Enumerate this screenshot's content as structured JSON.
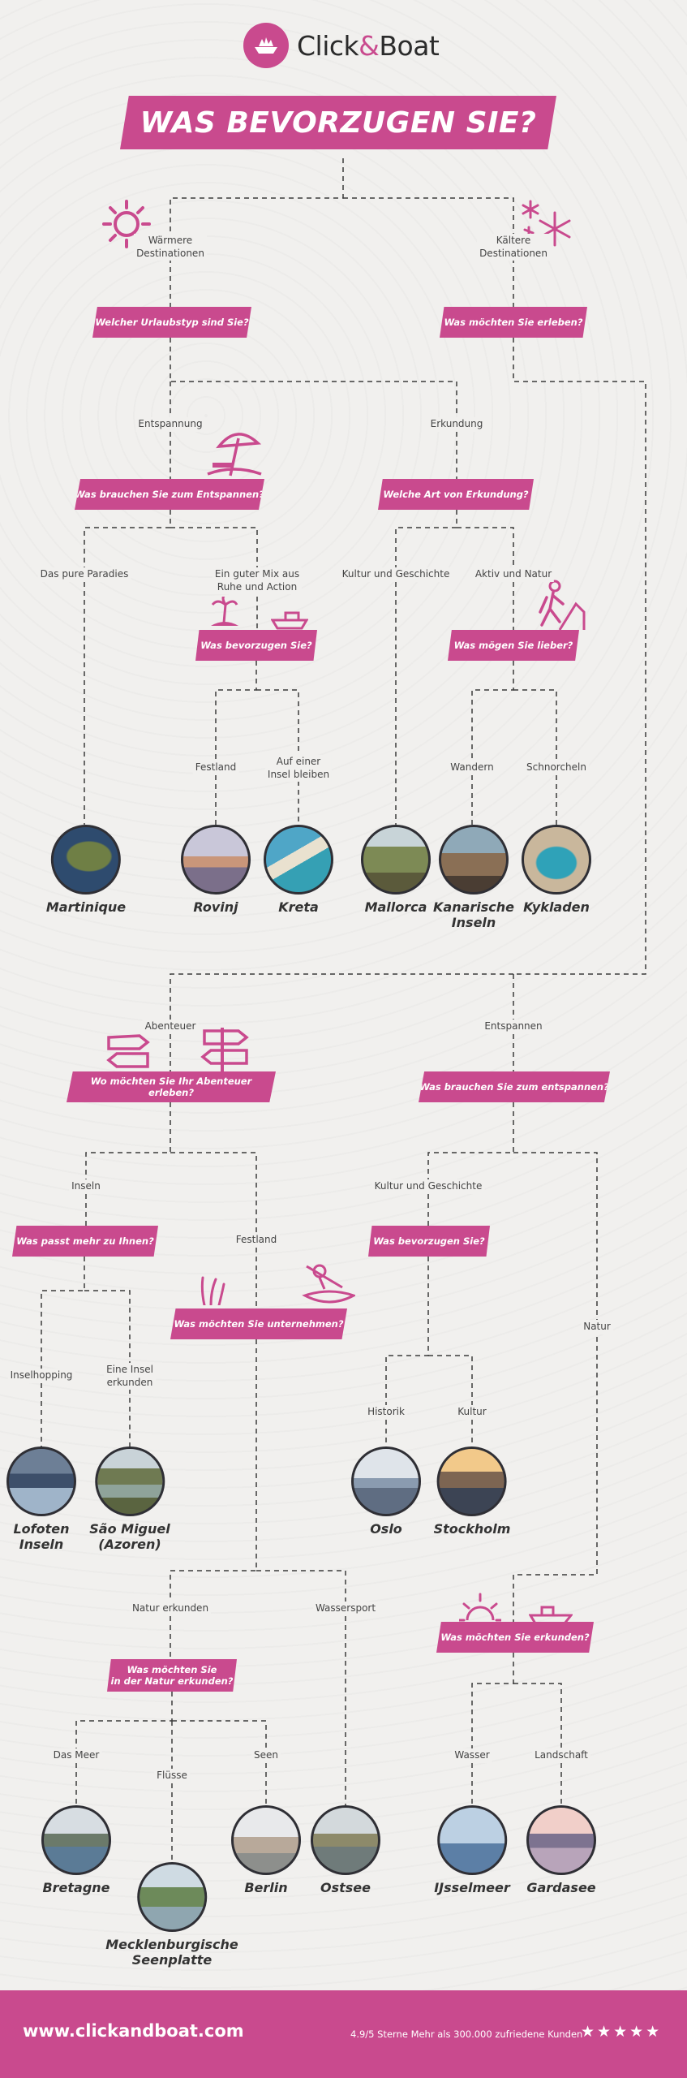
{
  "brand": {
    "name_left": "Click",
    "name_amp": "&",
    "name_right": "Boat",
    "color": "#c94a8e"
  },
  "title": "WAS BEVORZUGEN SIE?",
  "branches": {
    "warm": "Wärmere\nDestinationen",
    "cold": "Kältere\nDestinationen"
  },
  "questions": {
    "q_urlaubstyp": "Welcher Urlaubstyp sind Sie?",
    "q_erleben": "Was möchten Sie erleben?",
    "q_entspannen_warm": "Was brauchen Sie zum Entspannen?",
    "q_erkundung": "Welche Art von Erkundung?",
    "q_bevorzugen_warm": "Was bevorzugen Sie?",
    "q_moegen": "Was mögen Sie lieber?",
    "q_abenteuer": "Wo möchten Sie Ihr Abenteuer erleben?",
    "q_entspannen_cold": "Was brauchen Sie zum entspannen?",
    "q_passt": "Was passt mehr zu Ihnen?",
    "q_bevorzugen_cold": "Was bevorzugen Sie?",
    "q_unternehmen": "Was möchten Sie unternehmen?",
    "q_natur": "Was möchten Sie\nin der Natur erkunden?",
    "q_erkunden": "Was möchten Sie erkunden?"
  },
  "labels": {
    "entspannung": "Entspannung",
    "erkundung": "Erkundung",
    "pure_paradies": "Das pure Paradies",
    "mix": "Ein guter Mix aus\nRuhe und Action",
    "kultur_geschichte_warm": "Kultur und Geschichte",
    "aktiv_natur": "Aktiv und Natur",
    "festland_warm": "Festland",
    "insel_bleiben": "Auf einer\nInsel bleiben",
    "wandern": "Wandern",
    "schnorcheln": "Schnorcheln",
    "abenteuer": "Abenteuer",
    "entspannen": "Entspannen",
    "inseln": "Inseln",
    "festland_cold": "Festland",
    "kultur_geschichte_cold": "Kultur und Geschichte",
    "natur": "Natur",
    "inselhopping": "Inselhopping",
    "eine_insel": "Eine Insel\nerkunden",
    "historik": "Historik",
    "kultur": "Kultur",
    "natur_erkunden": "Natur erkunden",
    "wassersport": "Wassersport",
    "das_meer": "Das Meer",
    "fluesse": "Flüsse",
    "seen": "Seen",
    "wasser": "Wasser",
    "landschaft": "Landschaft"
  },
  "destinations": {
    "martinique": "Martinique",
    "rovinj": "Rovinj",
    "kreta": "Kreta",
    "mallorca": "Mallorca",
    "kanarische": "Kanarische\nInseln",
    "kykladen": "Kykladen",
    "lofoten": "Lofoten\nInseln",
    "sao_miguel": "São Miguel\n(Azoren)",
    "oslo": "Oslo",
    "stockholm": "Stockholm",
    "bretagne": "Bretagne",
    "mecklenburg": "Mecklenburgische\nSeenplatte",
    "berlin": "Berlin",
    "ostsee": "Ostsee",
    "ijsselmeer": "IJsselmeer",
    "gardasee": "Gardasee"
  },
  "footer": {
    "url": "www.clickandboat.com",
    "rating": "4.9/5 Sterne Mehr als 300.000 zufriedene Kunden",
    "stars": "★★★★★"
  },
  "icons": {
    "sun": "sun-icon",
    "snow": "snowflake-icon",
    "umbrella": "beach-umbrella-icon",
    "hiker": "hiker-icon",
    "signpost": "signpost-icon"
  }
}
